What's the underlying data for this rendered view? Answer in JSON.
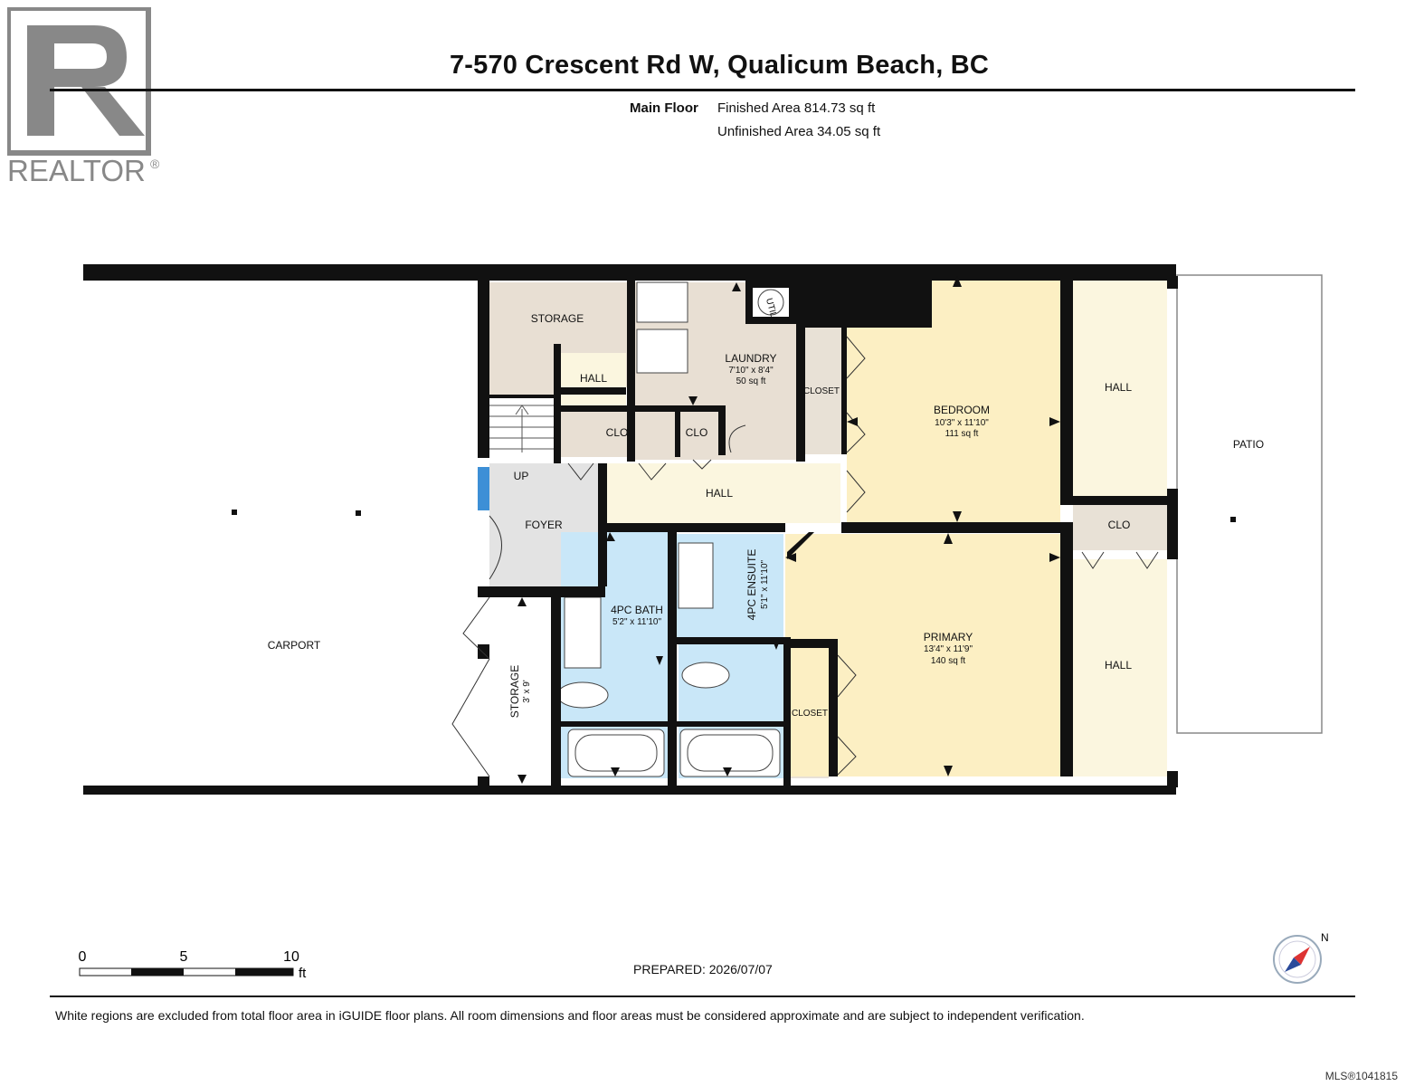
{
  "header": {
    "address": "7-570 Crescent Rd W, Qualicum Beach, BC",
    "floor_name": "Main Floor",
    "finished_area": "Finished Area 814.73 sq ft",
    "unfinished_area": "Unfinished Area 34.05 sq ft"
  },
  "logo": {
    "text": "REALTOR",
    "mark": "®"
  },
  "rooms": {
    "carport": "CARPORT",
    "storage_top": "STORAGE",
    "hall_small": "HALL",
    "clo_1": "CLO",
    "clo_2": "CLO",
    "laundry_name": "LAUNDRY",
    "laundry_dim": "7'10\" x 8'4\"",
    "laundry_area": "50 sq ft",
    "util": "UTIL",
    "closet_upper": "CLOSET",
    "bedroom_name": "BEDROOM",
    "bedroom_dim": "10'3\" x 11'10\"",
    "bedroom_area": "111 sq ft",
    "hall_right_upper": "HALL",
    "patio": "PATIO",
    "up": "UP",
    "foyer": "FOYER",
    "hall_center": "HALL",
    "clo_right": "CLO",
    "bath_name": "4PC BATH",
    "bath_dim": "5'2\" x 11'10\"",
    "ensuite_name": "4PC ENSUITE",
    "ensuite_dim": "5'1\" x 11'10\"",
    "primary_name": "PRIMARY",
    "primary_dim": "13'4\" x 11'9\"",
    "primary_area": "140 sq ft",
    "hall_right_lower": "HALL",
    "closet_lower": "CLOSET",
    "storage_side_name": "STORAGE",
    "storage_side_dim": "3' x 9'"
  },
  "colors": {
    "wall": "#111111",
    "storage_fill": "#e8dfd3",
    "hall_fill": "#fbf6df",
    "bedroom_fill": "#fcefc3",
    "bath_fill": "#c9e7f8",
    "foyer_fill": "#e3e3e3",
    "closet_fill": "#e8e1d6"
  },
  "scale": {
    "labels": [
      "0",
      "5",
      "10"
    ],
    "unit": "ft"
  },
  "prepared": "PREPARED: 2026/07/07",
  "compass": {
    "label": "N"
  },
  "disclaimer": "White regions are excluded from total floor area in iGUIDE floor plans. All room dimensions and floor areas must be considered approximate and are subject to independent verification.",
  "mls": "MLS®1041815"
}
